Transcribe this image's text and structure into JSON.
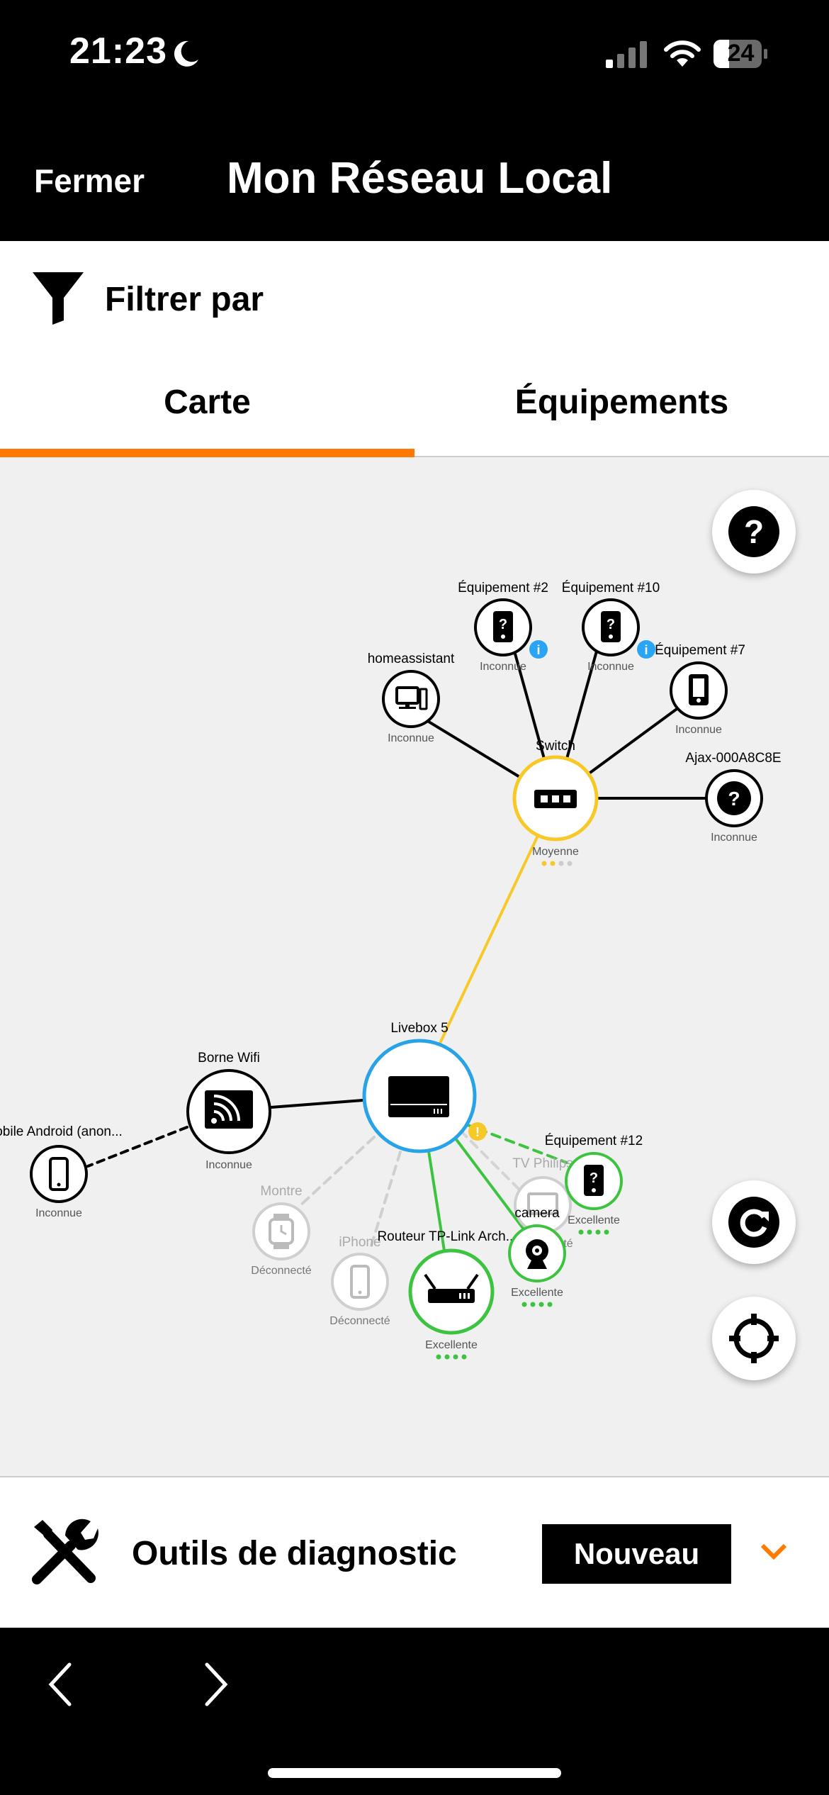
{
  "status_bar": {
    "time": "21:23",
    "battery": "24"
  },
  "header": {
    "close_label": "Fermer",
    "title": "Mon Réseau Local"
  },
  "filter": {
    "label": "Filtrer par"
  },
  "tabs": [
    {
      "label": "Carte"
    },
    {
      "label": "Équipements"
    }
  ],
  "map": {
    "nodes": {
      "switch": {
        "name": "Switch",
        "status": "Moyenne"
      },
      "livebox": {
        "name": "Livebox 5"
      },
      "borne_wifi": {
        "name": "Borne Wifi",
        "status": "Inconnue"
      },
      "android": {
        "name": "obile Android (anon...",
        "status": "Inconnue"
      },
      "homeassistant": {
        "name": "homeassistant",
        "status": "Inconnue"
      },
      "equip2": {
        "name": "Équipement #2",
        "status": "Inconnue"
      },
      "equip10": {
        "name": "Équipement #10",
        "status": "Inconnue"
      },
      "equip7": {
        "name": "Équipement #7",
        "status": "Inconnue"
      },
      "ajax": {
        "name": "Ajax-000A8C8E",
        "status": "Inconnue"
      },
      "montre": {
        "name": "Montre",
        "status": "Déconnecté"
      },
      "iphone": {
        "name": "iPhone",
        "status": "Déconnecté"
      },
      "tplink": {
        "name": "Routeur TP-Link Arch...",
        "status": "Excellente"
      },
      "tv_philips": {
        "name": "TV Philips",
        "status": "Déconnecté"
      },
      "camera": {
        "name": "camera",
        "status": "Excellente"
      },
      "equip12": {
        "name": "Équipement #12",
        "status": "Excellente"
      }
    }
  },
  "diagnostics": {
    "label": "Outils de diagnostic",
    "badge": "Nouveau"
  },
  "colors": {
    "accent": "#ff7900",
    "yellow": "#f7c928",
    "blue": "#29a3e8",
    "green": "#3cc440",
    "gray": "#c8c8c8",
    "info": "#2aa4f4"
  }
}
